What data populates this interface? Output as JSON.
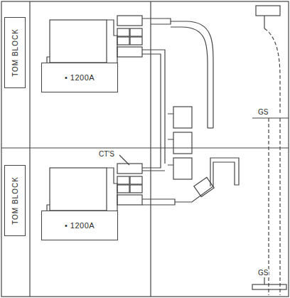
{
  "diagram": {
    "nodes": [
      {
        "text": [
          "TOM BLOCK"
        ]
      },
      {
        "text": [
          "• 1200A"
        ]
      },
      {
        "text": [
          "TOM BLOCK"
        ]
      },
      {
        "text": [
          "• 1200A"
        ]
      }
    ],
    "labels": [
      "CT'S",
      "GS",
      "GS"
    ]
  }
}
